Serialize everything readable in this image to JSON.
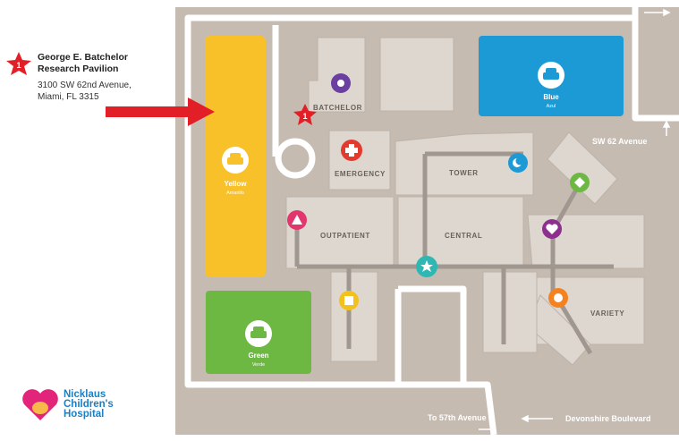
{
  "legend": {
    "marker_number": "1",
    "title_line1": "George E. Batchelor",
    "title_line2": "Research Pavilion",
    "address_line1": "3100 SW 62nd Avenue,",
    "address_line2": "Miami, FL 3315"
  },
  "logo": {
    "line1": "Nicklaus",
    "line2": "Children's",
    "line3": "Hospital"
  },
  "roads": {
    "sw62": "SW 62 Avenue",
    "to57": "To 57th Avenue",
    "devonshire": "Devonshire Boulevard"
  },
  "departments": {
    "batchelor": "BATCHELOR",
    "emergency": "EMERGENCY",
    "tower": "TOWER",
    "outpatient": "OUTPATIENT",
    "central": "CENTRAL",
    "variety": "VARIETY"
  },
  "parking": {
    "yellow": {
      "name": "Yellow",
      "sub": "Amarillo",
      "color": "#f8c12a"
    },
    "green": {
      "name": "Green",
      "sub": "Verde",
      "color": "#6db843"
    },
    "blue": {
      "name": "Blue",
      "sub": "Azul",
      "color": "#1b9ad6"
    }
  },
  "map_marker_number": "1",
  "colors": {
    "ground": "#c5bbb1",
    "building": "#ddd7d0",
    "road": "#ffffff",
    "corridor": "#a09890",
    "marker_red": "#e21f26"
  }
}
